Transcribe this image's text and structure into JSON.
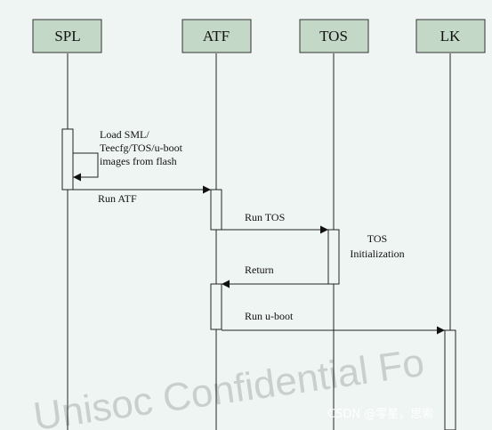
{
  "lifelines": [
    {
      "id": "spl",
      "label": "SPL"
    },
    {
      "id": "atf",
      "label": "ATF"
    },
    {
      "id": "tos",
      "label": "TOS"
    },
    {
      "id": "lk",
      "label": "LK"
    }
  ],
  "messages": {
    "self_load": [
      "Load SML/",
      "Teecfg/TOS/u-boot",
      "images from flash"
    ],
    "run_atf": "Run ATF",
    "run_tos": "Run TOS",
    "return": "Return",
    "run_uboot": "Run u-boot"
  },
  "notes": {
    "tos_init": [
      "TOS",
      "Initialization"
    ]
  },
  "watermark": {
    "text": "Unisoc Confidential Fo",
    "csdn": "CSDN @零星，思索"
  }
}
